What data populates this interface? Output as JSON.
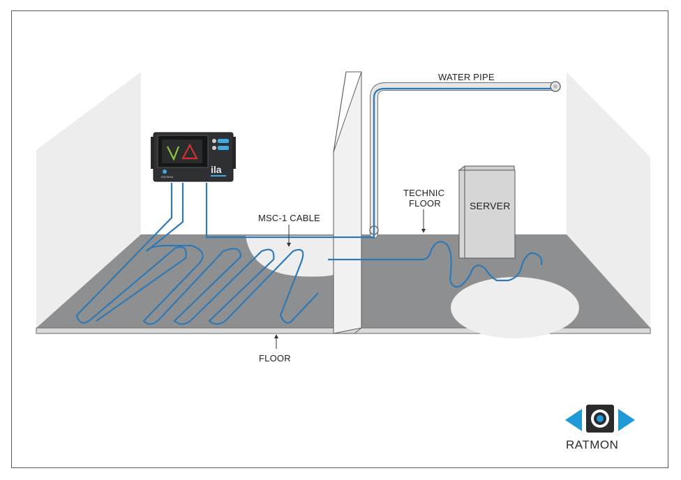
{
  "labels": {
    "water_pipe": "WATER PIPE",
    "technic_floor_line1": "TECHNIC",
    "technic_floor_line2": "FLOOR",
    "server": "SERVER",
    "msc_cable": "MSC-1 CABLE",
    "floor": "FLOOR"
  },
  "device": {
    "brand_line": "RATMON",
    "model": "ila",
    "screen_symbols": [
      "check-mark-icon",
      "warning-triangle-icon"
    ]
  },
  "logo": {
    "text": "RATMON"
  },
  "colors": {
    "cable": "#2e79b5",
    "floor": "#8c8d8e",
    "wall": "#ececec",
    "pipe": "#e3e4e5",
    "logo_blue": "#1f9ad6",
    "warning_red": "#d63030",
    "check_green": "#8bc640"
  }
}
